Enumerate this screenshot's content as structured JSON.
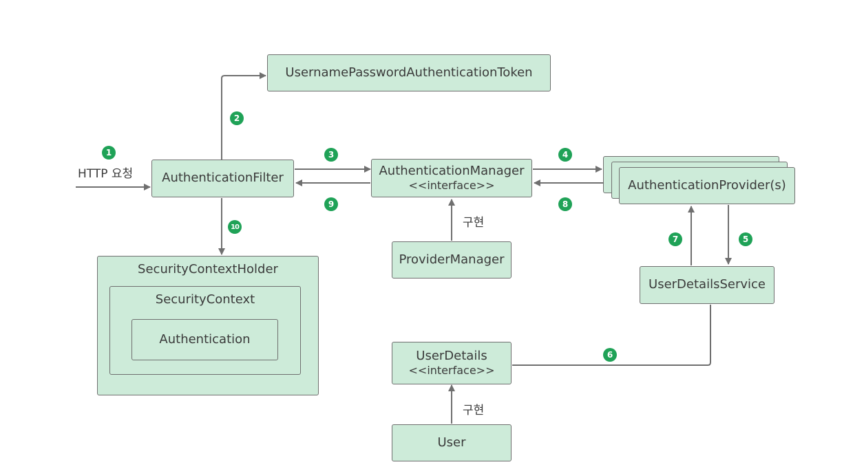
{
  "nodes": {
    "token": "UsernamePasswordAuthenticationToken",
    "filter": "AuthenticationFilter",
    "manager": "AuthenticationManager",
    "manager_stereotype": "<<interface>>",
    "provider": "AuthenticationProvider(s)",
    "provider_manager": "ProviderManager",
    "user_details_service": "UserDetailsService",
    "user_details": "UserDetails",
    "user_details_stereotype": "<<interface>>",
    "user": "User",
    "context_holder": "SecurityContextHolder",
    "context": "SecurityContext",
    "authentication": "Authentication"
  },
  "labels": {
    "http_request": "HTTP 요청",
    "implements_1": "구현",
    "implements_2": "구현"
  },
  "steps": [
    "1",
    "2",
    "3",
    "4",
    "5",
    "6",
    "7",
    "8",
    "9",
    "10"
  ],
  "colors": {
    "box_fill": "#cdebd9",
    "box_border": "#6f6f6f",
    "step_badge": "#1fa257",
    "arrow": "#6f6f6f"
  }
}
